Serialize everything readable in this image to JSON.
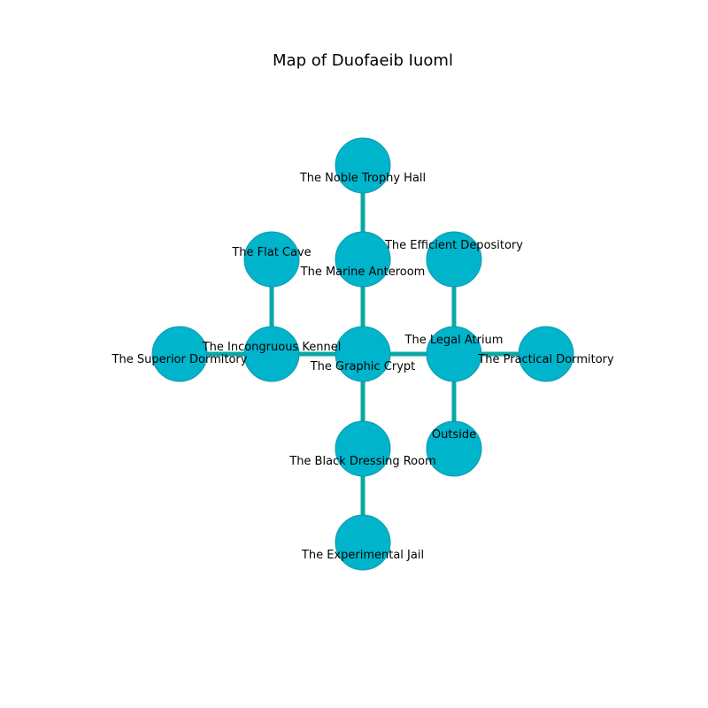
{
  "title": "Map of Duofaeib Iuoml",
  "colors": {
    "node_fill": "#00b4cc",
    "node_stroke": "#0d98ab",
    "edge": "#0aa8a4"
  },
  "rooms": [
    {
      "id": "noble-trophy-hall",
      "name": "The Noble Trophy Hall"
    },
    {
      "id": "flat-cave",
      "name": "The Flat Cave"
    },
    {
      "id": "marine-anteroom",
      "name": "The Marine Anteroom"
    },
    {
      "id": "efficient-depository",
      "name": "The Efficient Depository"
    },
    {
      "id": "superior-dormitory",
      "name": "The Superior Dormitory"
    },
    {
      "id": "incongruous-kennel",
      "name": "The Incongruous Kennel"
    },
    {
      "id": "graphic-crypt",
      "name": "The Graphic Crypt"
    },
    {
      "id": "legal-atrium",
      "name": "The Legal Atrium"
    },
    {
      "id": "practical-dormitory",
      "name": "The Practical Dormitory"
    },
    {
      "id": "black-dressing-room",
      "name": "The Black Dressing Room"
    },
    {
      "id": "outside",
      "name": "Outside"
    },
    {
      "id": "experimental-jail",
      "name": "The Experimental Jail"
    }
  ],
  "connections": [
    [
      "noble-trophy-hall",
      "marine-anteroom"
    ],
    [
      "marine-anteroom",
      "graphic-crypt"
    ],
    [
      "flat-cave",
      "incongruous-kennel"
    ],
    [
      "superior-dormitory",
      "incongruous-kennel"
    ],
    [
      "incongruous-kennel",
      "graphic-crypt"
    ],
    [
      "graphic-crypt",
      "legal-atrium"
    ],
    [
      "efficient-depository",
      "legal-atrium"
    ],
    [
      "legal-atrium",
      "practical-dormitory"
    ],
    [
      "legal-atrium",
      "outside"
    ],
    [
      "graphic-crypt",
      "black-dressing-room"
    ],
    [
      "black-dressing-room",
      "experimental-jail"
    ]
  ]
}
